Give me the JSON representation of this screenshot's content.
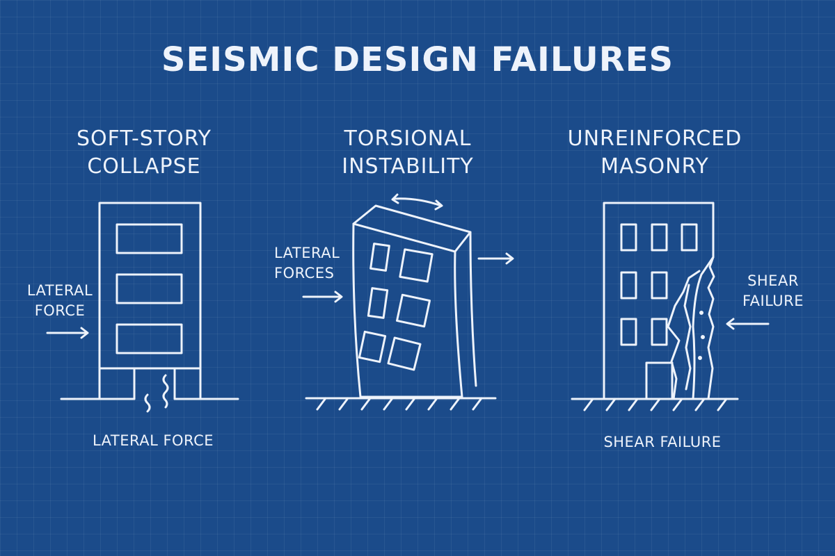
{
  "title": "SEISMIC DESIGN FAILURES",
  "panels": [
    {
      "heading": [
        "SOFT-STORY",
        "COLLAPSE"
      ],
      "side_label": [
        "LATERAL",
        "FORCE"
      ],
      "caption": "LATERAL FORCE"
    },
    {
      "heading": [
        "TORSIONAL",
        "INSTABILITY"
      ],
      "side_label": [
        "LATERAL",
        "FORCES"
      ]
    },
    {
      "heading": [
        "UNREINFORCED",
        "MASONRY"
      ],
      "side_label": [
        "SHEAR",
        "FAILURE"
      ],
      "caption": "SHEAR FAILURE"
    }
  ],
  "colors": {
    "background": "#1b4b8a",
    "line": "#eef3fb"
  }
}
